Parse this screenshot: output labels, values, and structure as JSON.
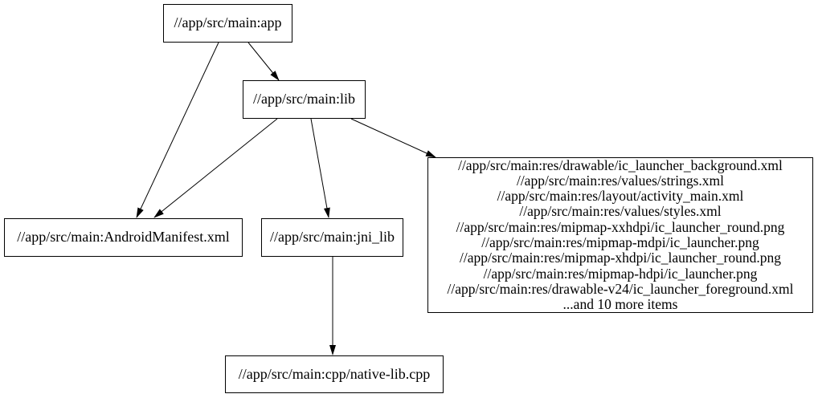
{
  "diagram": {
    "kind": "build-dependency-graph",
    "background_color": "#ffffff",
    "node_border_color": "#000000",
    "edge_color": "#000000",
    "text_color": "#000000"
  },
  "nodes": {
    "app": {
      "label": "//app/src/main:app"
    },
    "lib": {
      "label": "//app/src/main:lib"
    },
    "manifest": {
      "label": "//app/src/main:AndroidManifest.xml"
    },
    "jni_lib": {
      "label": "//app/src/main:jni_lib"
    },
    "native_lib": {
      "label": "//app/src/main:cpp/native-lib.cpp"
    },
    "res": {
      "lines": [
        "//app/src/main:res/drawable/ic_launcher_background.xml",
        "//app/src/main:res/values/strings.xml",
        "//app/src/main:res/layout/activity_main.xml",
        "//app/src/main:res/values/styles.xml",
        "//app/src/main:res/mipmap-xxhdpi/ic_launcher_round.png",
        "//app/src/main:res/mipmap-mdpi/ic_launcher.png",
        "//app/src/main:res/mipmap-xhdpi/ic_launcher_round.png",
        "//app/src/main:res/mipmap-hdpi/ic_launcher.png",
        "//app/src/main:res/drawable-v24/ic_launcher_foreground.xml",
        "...and 10 more items"
      ]
    }
  },
  "edges": [
    {
      "from": "app",
      "to": "lib"
    },
    {
      "from": "app",
      "to": "manifest"
    },
    {
      "from": "lib",
      "to": "manifest"
    },
    {
      "from": "lib",
      "to": "jni_lib"
    },
    {
      "from": "lib",
      "to": "res"
    },
    {
      "from": "jni_lib",
      "to": "native_lib"
    }
  ]
}
